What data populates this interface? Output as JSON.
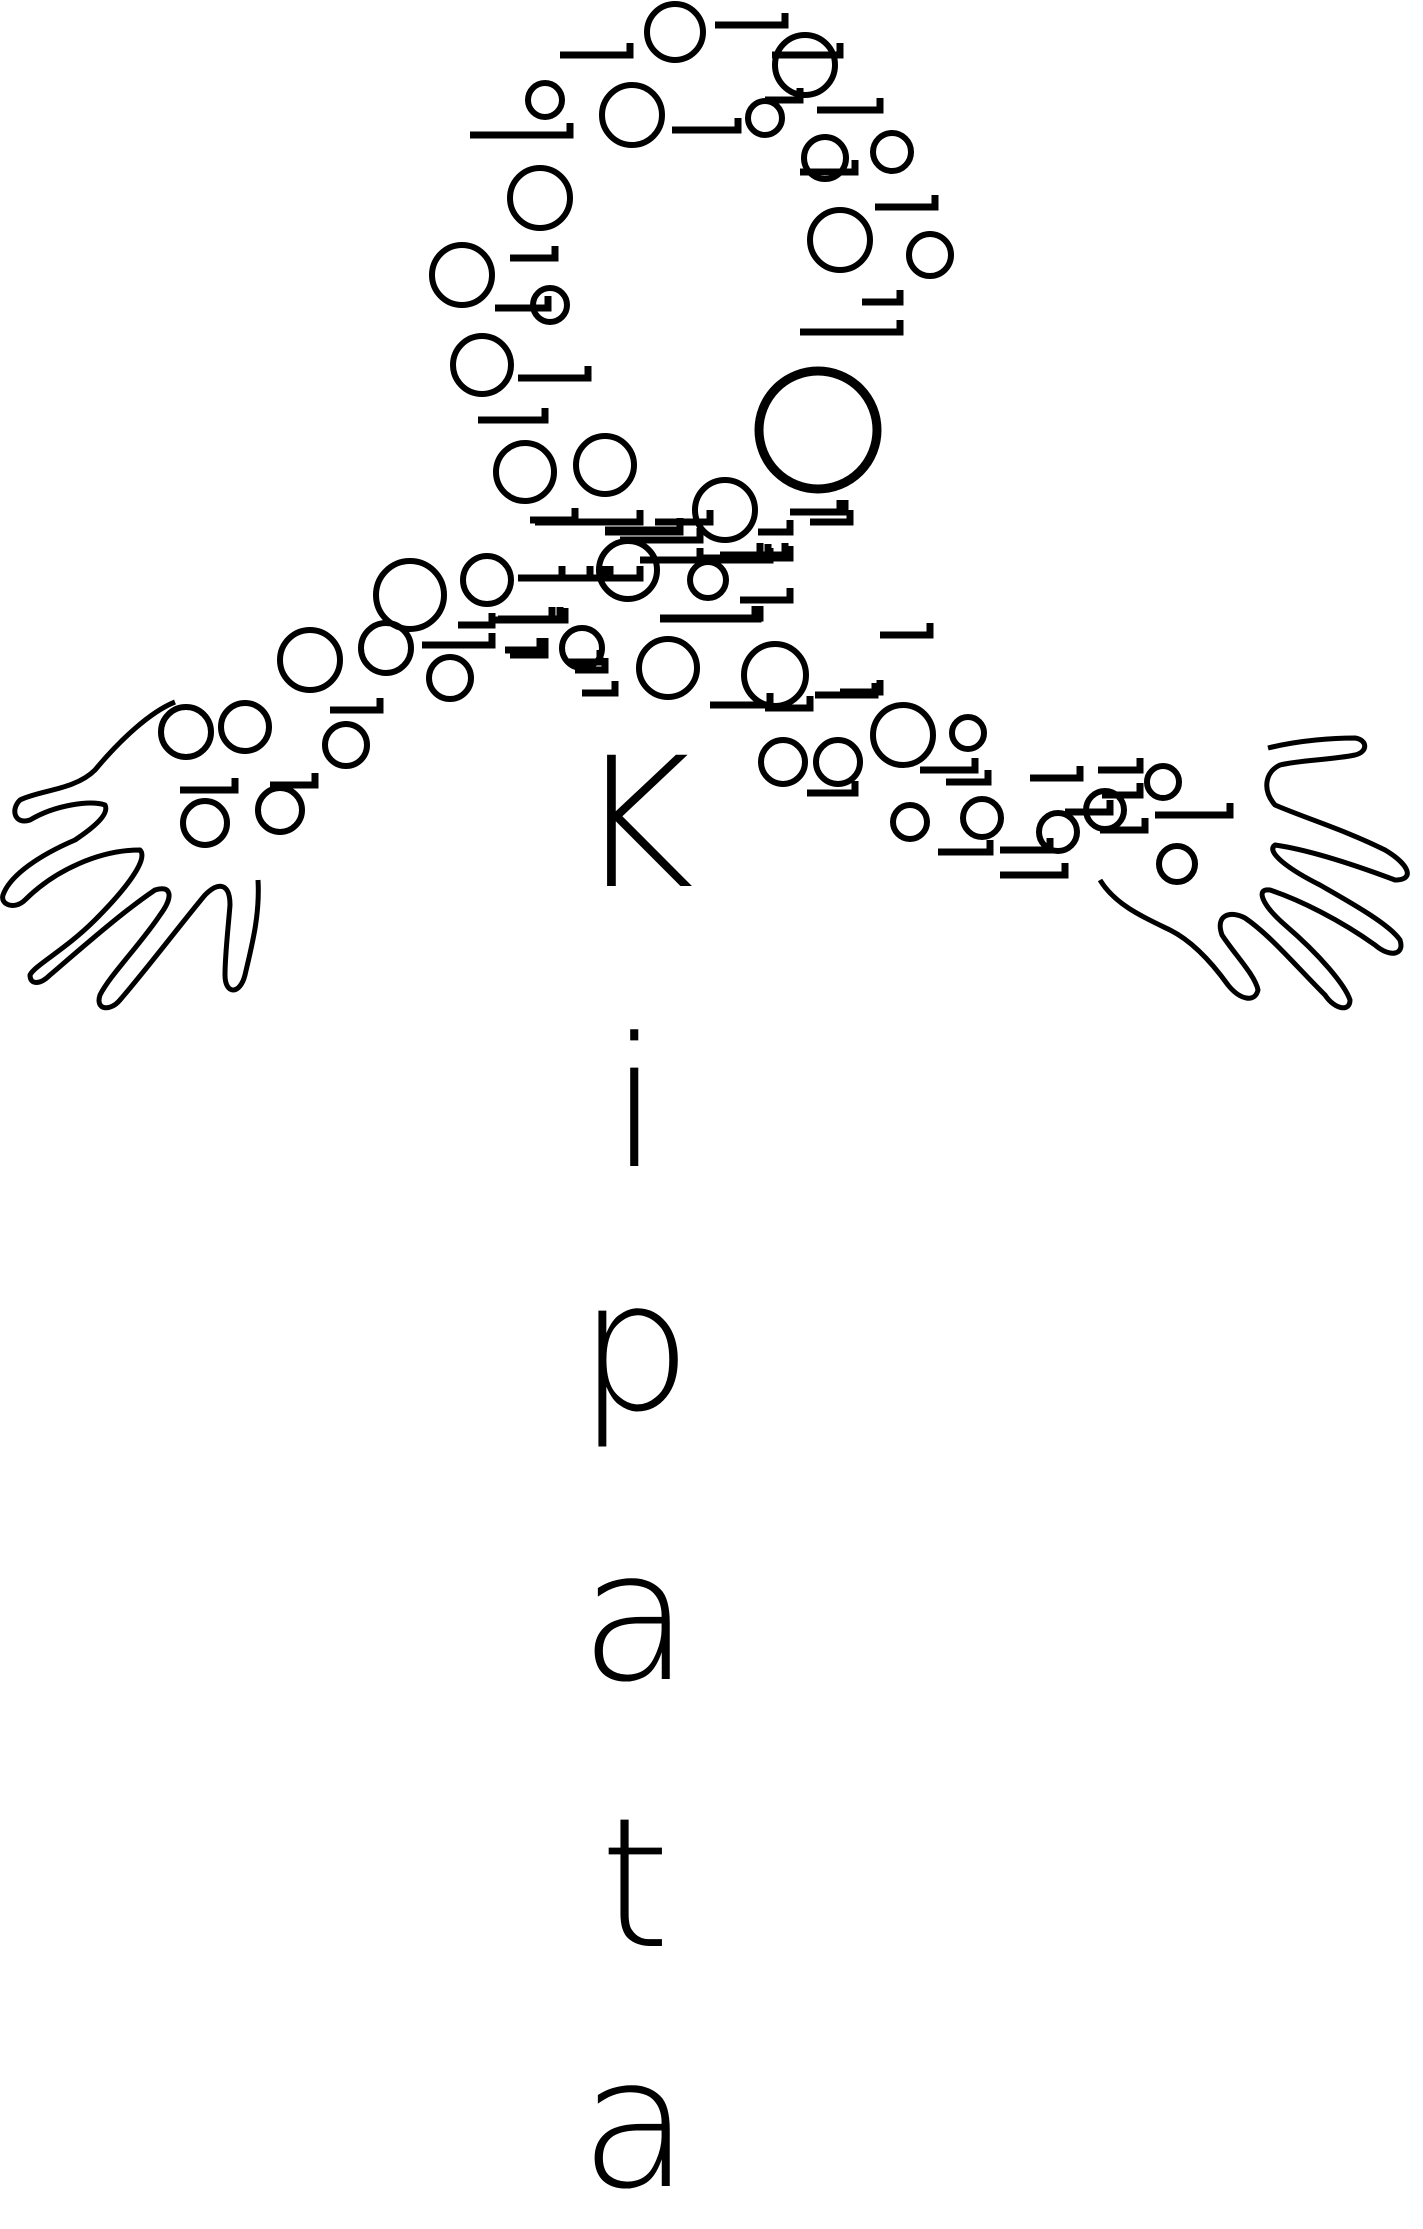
{
  "logo": {
    "word_letters": [
      "K",
      "i",
      "p",
      "a",
      "t",
      "a"
    ],
    "emblem": "ribbon-of-circles-with-open-hands-icon",
    "colors": {
      "ink": "#000000",
      "background": "#ffffff"
    }
  }
}
